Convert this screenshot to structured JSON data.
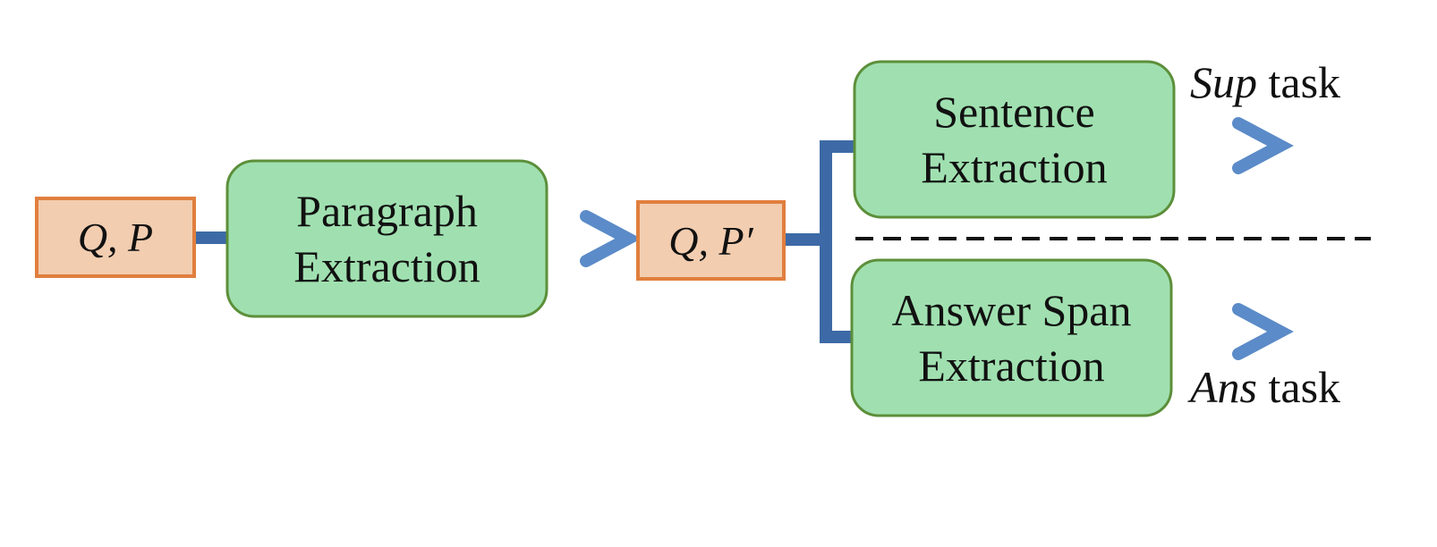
{
  "inputs": {
    "first": "Q, P",
    "second": "Q, P′"
  },
  "stages": {
    "paragraph": {
      "line1": "Paragraph",
      "line2": "Extraction"
    },
    "sentence": {
      "line1": "Sentence",
      "line2": "Extraction"
    },
    "answer_span": {
      "line1": "Answer Span",
      "line2": "Extraction"
    }
  },
  "tasks": {
    "sup": {
      "name": "Sup",
      "suffix": "task"
    },
    "ans": {
      "name": "Ans",
      "suffix": "task"
    }
  },
  "colors": {
    "box_fill": "#a0e0b0",
    "box_stroke": "#5c8f3a",
    "input_fill": "#f2cdb0",
    "input_stroke": "#e07f3e",
    "connector": "#3d6aa6",
    "arrow": "#6b99d2",
    "divider": "#111111"
  }
}
